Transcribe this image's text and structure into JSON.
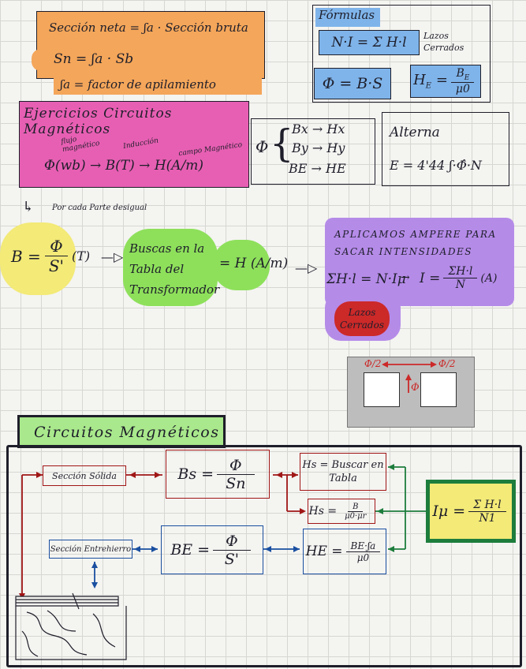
{
  "seccion_neta": {
    "formula": "Sección neta = ʃa · Sección bruta",
    "short": "Sn = ʃa · Sb",
    "factor_note": "ʃa = factor de apilamiento"
  },
  "formulas": {
    "title": "Fórmulas",
    "ampere": "N·I = Σ H·l",
    "ampere_note": "Lazos Cerrados",
    "flux": "Φ = B·S",
    "he_lhs": "H",
    "he_sub": "E",
    "he_num": "B",
    "he_num_sub": "E",
    "he_den": "μ0"
  },
  "ejercicios": {
    "title": "Ejercicios Circuitos Magnéticos",
    "label_flujo": "flujo magnético",
    "label_induccion": "Inducción",
    "label_campo": "campo Magnético",
    "chain": "Φ(wb) → B(T) → H(A/m)"
  },
  "branches": {
    "phi": "Φ",
    "rows": [
      {
        "b": "Bx",
        "h": "Hx"
      },
      {
        "b": "By",
        "h": "Hy"
      },
      {
        "b": "BE",
        "h": "HE"
      }
    ]
  },
  "alterna": {
    "title": "Alterna",
    "formula": "E = 4'44 ʃ·Φ̂·N"
  },
  "per_part": "Por cada Parte desigual",
  "steps": {
    "b_lhs": "B =",
    "b_num": "Φ",
    "b_den": "S'",
    "b_unit": "(T)",
    "buscar": "Buscas en la Tabla del Transformador",
    "h_eq": "= H (A/m)",
    "ampere_title": "APLICAMOS AMPERE PARA SACAR INTENSIDADES",
    "ampere_eq": "ΣH·l = N·Iμ",
    "i_lhs": "I =",
    "i_num": "ΣH·l",
    "i_den": "N",
    "i_unit": "(A)",
    "lazos": "Lazos Cerrados"
  },
  "core": {
    "phi_left": "Φ/2",
    "phi_right": "Φ/2",
    "phi_center": "Φ"
  },
  "circuitos": {
    "title": "Circuitos Magnéticos",
    "seccion_solida": "Sección Sólida",
    "bs_lhs": "Bs =",
    "bs_num": "Φ",
    "bs_den": "Sn",
    "hs_buscar": "Hs = Buscar en Tabla",
    "hs2_lhs": "Hs =",
    "hs2_num": "B",
    "hs2_den": "μ0·μr",
    "seccion_entrehierro": "Sección Entrehierro",
    "be_lhs": "BE =",
    "be_num": "Φ",
    "be_den": "S'",
    "he_lhs": "HE =",
    "he_num": "BE·ʃa",
    "he_den": "μ0",
    "i_lhs": "Iμ =",
    "i_num": "Σ H·l",
    "i_den": "N1"
  },
  "colors": {
    "orange": "#f4a65a",
    "blue": "#7fb4ea",
    "pink": "#e75fb3",
    "yellow": "#f3ea77",
    "green": "#8ee05b",
    "purple": "#b58be8",
    "red": "#cc2929",
    "darkred": "#a01616",
    "darkblue": "#1a4fa0",
    "darkgreen": "#1d7d3c",
    "lightgreen": "#a9e88c"
  }
}
